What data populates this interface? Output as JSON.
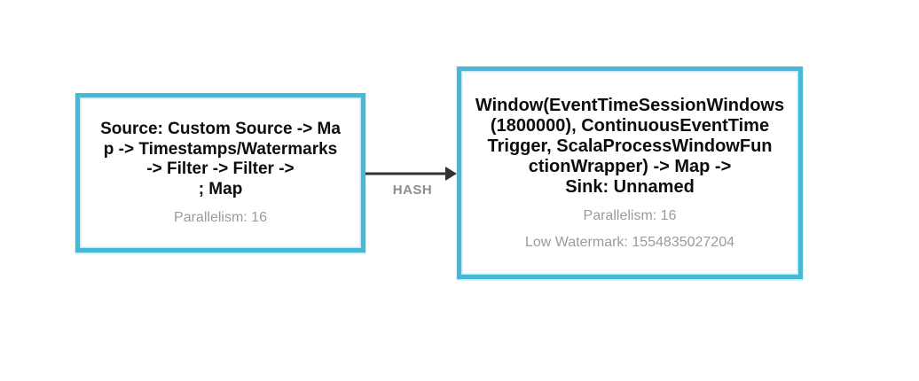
{
  "colors": {
    "node_border": "#47b9d8",
    "node_background": "#ffffff",
    "label_text": "#0d0d0d",
    "meta_text": "#9b9b9b",
    "edge_color": "#333333",
    "edge_label_color": "#8e8e8e",
    "page_background": "#ffffff"
  },
  "edge": {
    "label": "HASH",
    "color": "#333333"
  },
  "nodes": {
    "source": {
      "label": "Source: Custom Source -> Ma\np -> Timestamps/Watermarks\n-> Filter -> Filter ->\n; Map",
      "parallelism": "Parallelism: 16"
    },
    "window": {
      "label": "Window(EventTimeSessionWindows\n(1800000), ContinuousEventTime\nTrigger, ScalaProcessWindowFun\nctionWrapper) -> Map ->\nSink: Unnamed",
      "parallelism": "Parallelism: 16",
      "low_watermark": "Low Watermark: 1554835027204"
    }
  }
}
